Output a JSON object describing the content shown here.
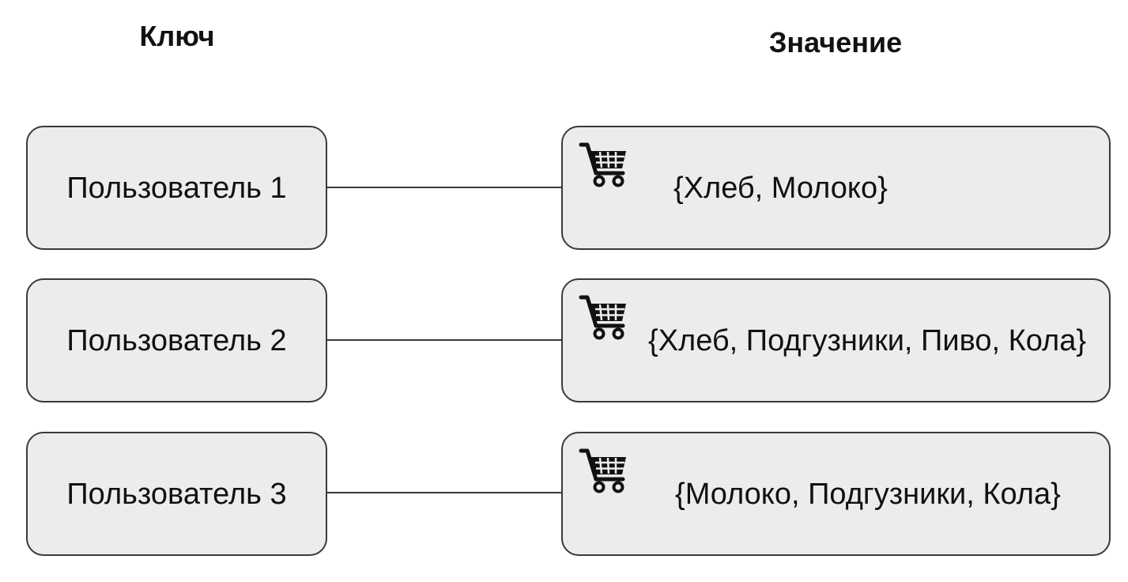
{
  "headers": {
    "key": "Ключ",
    "value": "Значение"
  },
  "rows": [
    {
      "key": "Пользователь 1",
      "value": "{Хлеб, Молоко}",
      "icon": "shopping-cart-icon"
    },
    {
      "key": "Пользователь 2",
      "value": "{Хлеб, Подгузники, Пиво, Кола}",
      "icon": "shopping-cart-icon"
    },
    {
      "key": "Пользователь 3",
      "value": "{Молоко, Подгузники, Кола}",
      "icon": "shopping-cart-icon"
    }
  ],
  "colors": {
    "box_fill": "#ececec",
    "box_border": "#3a3a3a",
    "text": "#111111"
  }
}
